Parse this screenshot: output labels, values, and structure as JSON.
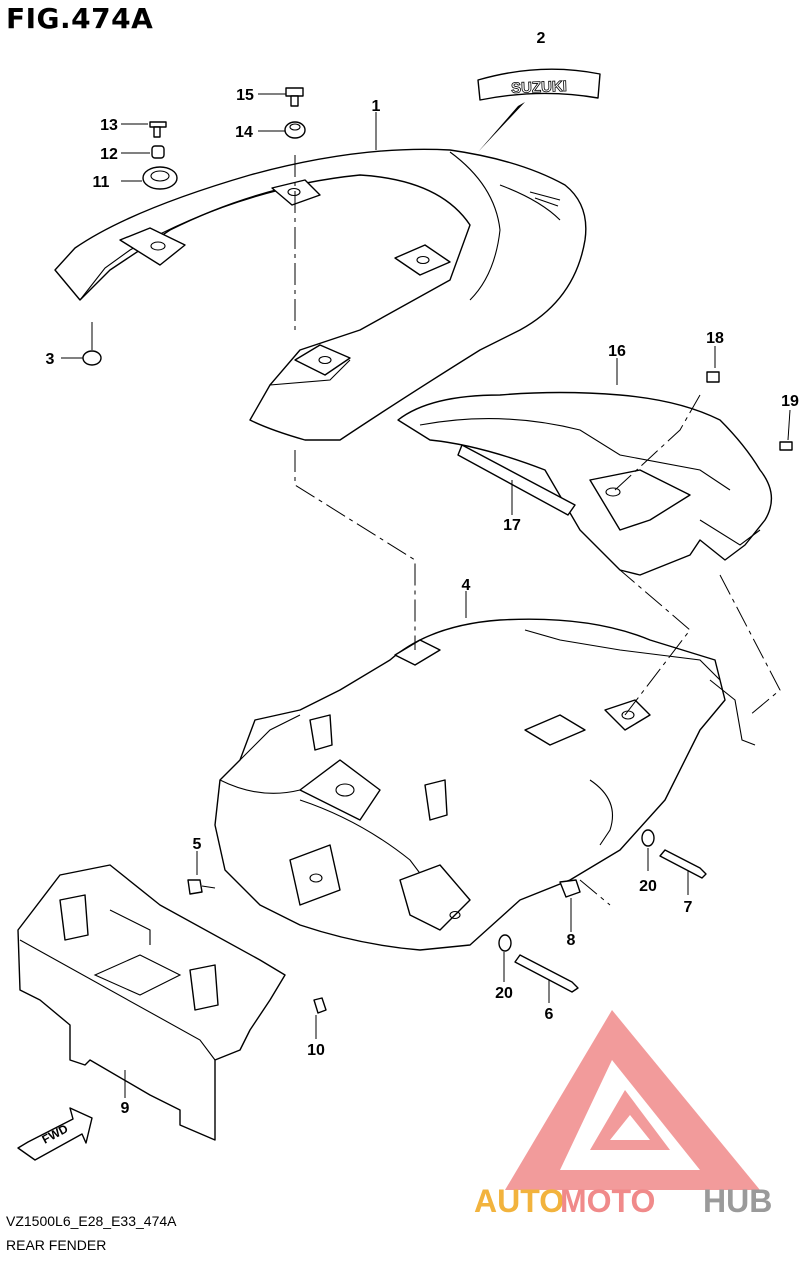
{
  "figure": {
    "title": "FIG.474A",
    "code": "VZ1500L6_E28_E33_474A",
    "caption": "REAR FENDER"
  },
  "emblem_text": "SUZUKI",
  "fwd_label": "FWD",
  "watermark": {
    "brand_auto": "AUTO",
    "brand_moto": "MOTO",
    "brand_hub": "HUB",
    "colors": {
      "auto": "#f2b33d",
      "moto": "#f08a8a",
      "hub": "#9a9a9a",
      "logo": "#f08a8a"
    }
  },
  "callouts": [
    "1",
    "2",
    "3",
    "4",
    "5",
    "6",
    "7",
    "8",
    "9",
    "10",
    "11",
    "12",
    "13",
    "14",
    "15",
    "16",
    "17",
    "18",
    "19",
    "20",
    "20"
  ]
}
